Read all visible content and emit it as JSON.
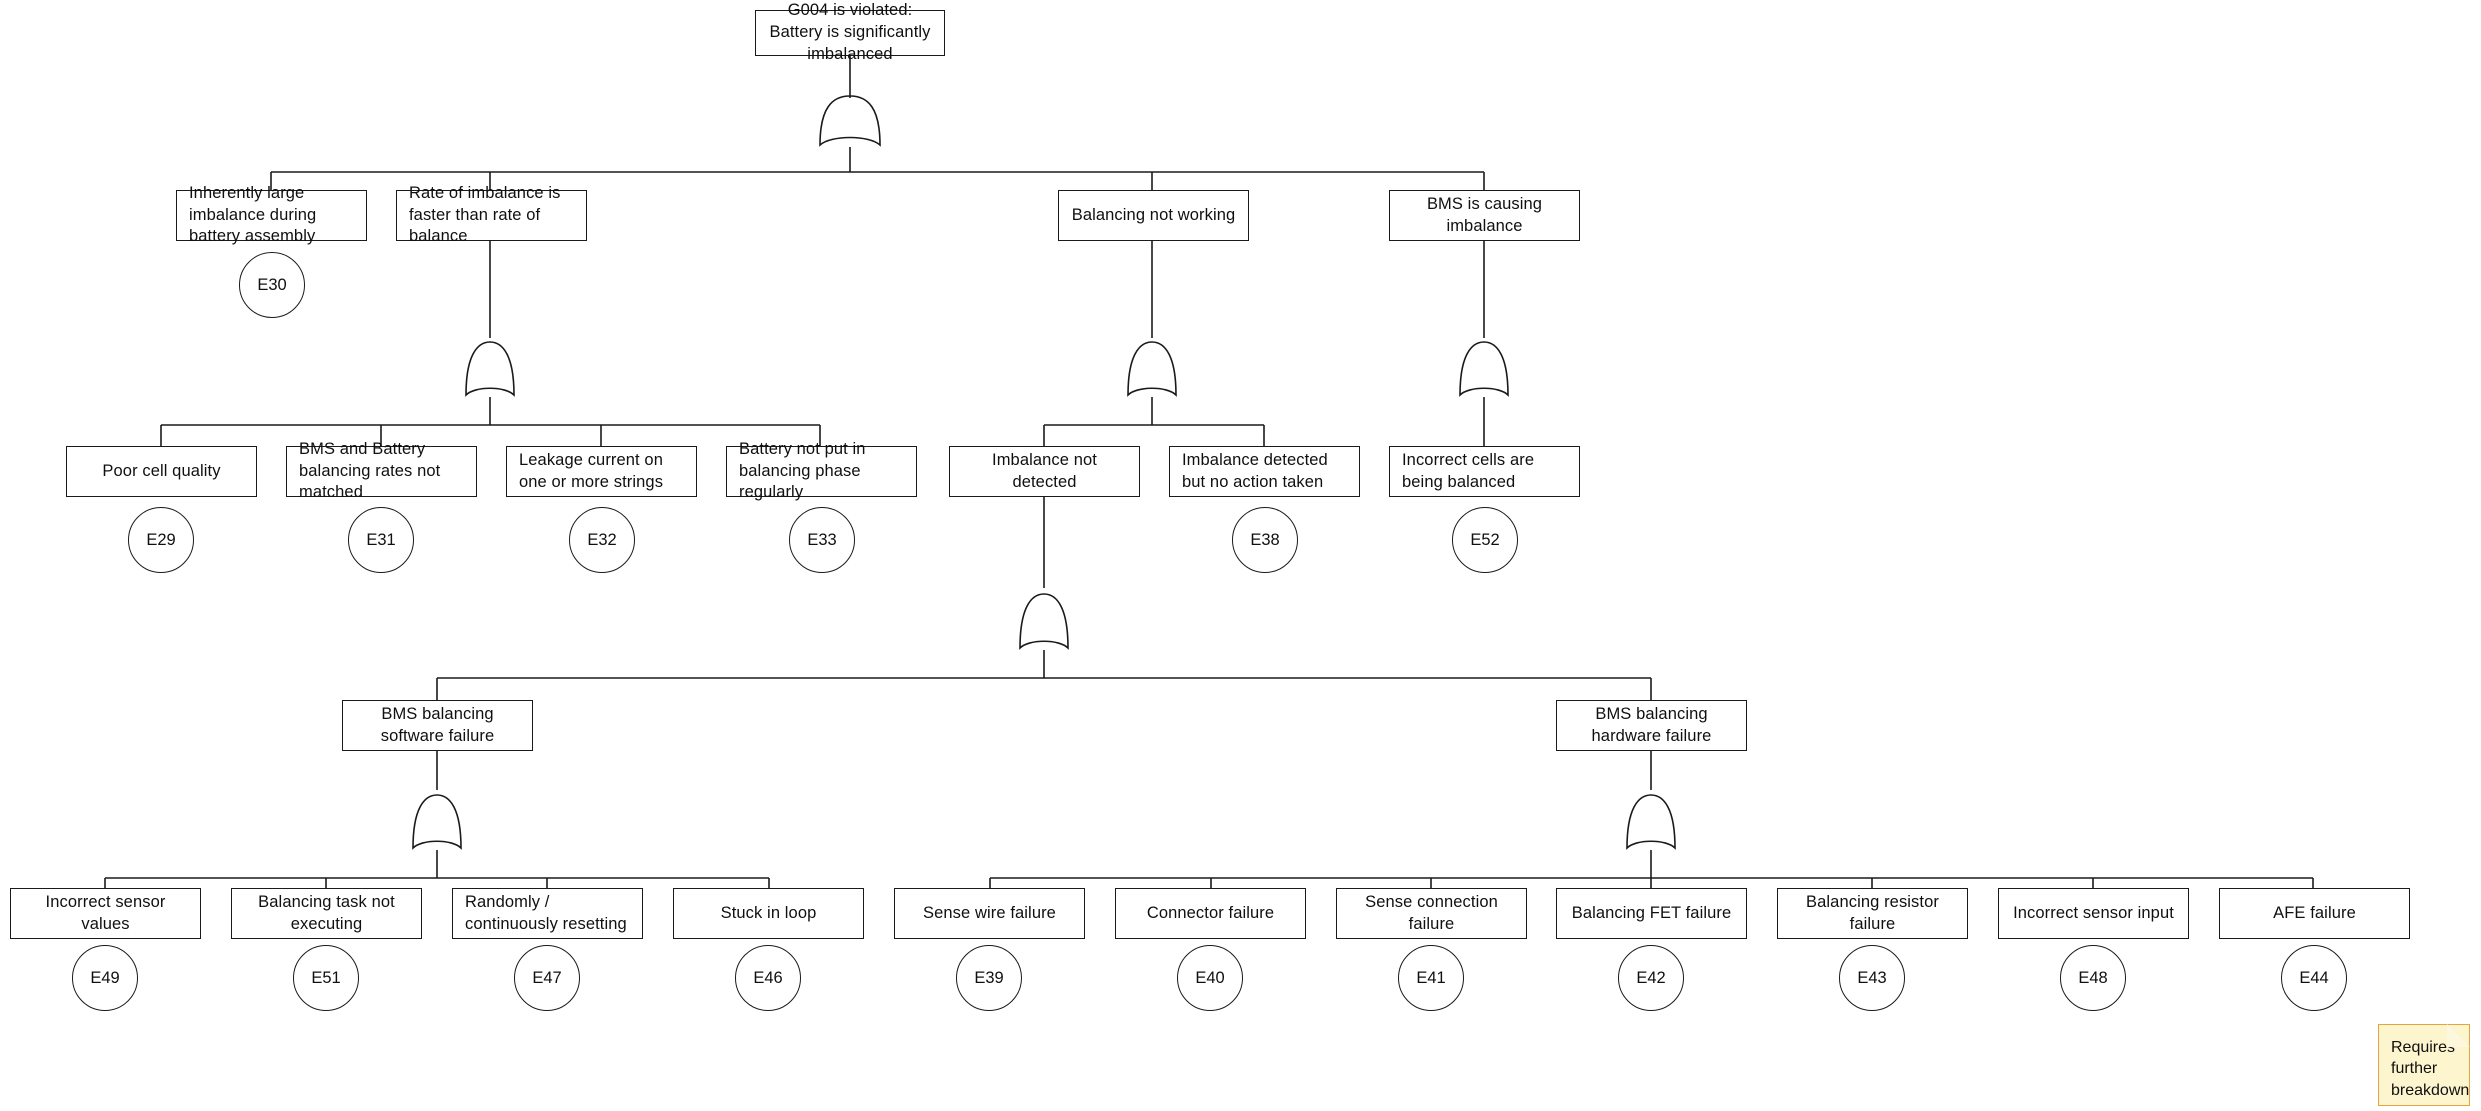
{
  "diagram": {
    "type": "fault-tree",
    "title_node": "G004 is violated: Battery is significantly imbalanced",
    "gate_type": "OR",
    "note": {
      "text": "Requires further breakdown"
    },
    "nodes": {
      "top": {
        "label": "G004 is violated: Battery is significantly imbalanced"
      },
      "l2_a": {
        "label": "Inherently large imbalance during battery assembly",
        "event": "E30"
      },
      "l2_b": {
        "label": "Rate of imbalance is faster than rate of balance"
      },
      "l2_c": {
        "label": "Balancing not working"
      },
      "l2_d": {
        "label": "BMS is causing imbalance"
      },
      "l3_a": {
        "label": "Poor cell quality",
        "event": "E29"
      },
      "l3_b": {
        "label": "BMS and Battery balancing rates not matched",
        "event": "E31"
      },
      "l3_c": {
        "label": "Leakage current on one or more strings",
        "event": "E32"
      },
      "l3_d": {
        "label": "Battery not put in balancing phase regularly",
        "event": "E33"
      },
      "l3_e": {
        "label": "Imbalance not detected"
      },
      "l3_f": {
        "label": "Imbalance detected but no action taken",
        "event": "E38"
      },
      "l3_g": {
        "label": "Incorrect cells are being balanced",
        "event": "E52"
      },
      "l4_a": {
        "label": "BMS balancing software failure"
      },
      "l4_b": {
        "label": "BMS balancing hardware failure"
      },
      "l5_a": {
        "label": "Incorrect sensor values",
        "event": "E49"
      },
      "l5_b": {
        "label": "Balancing task not executing",
        "event": "E51"
      },
      "l5_c": {
        "label": "Randomly / continuously resetting",
        "event": "E47"
      },
      "l5_d": {
        "label": "Stuck in loop",
        "event": "E46"
      },
      "l5_e": {
        "label": "Sense wire failure",
        "event": "E39"
      },
      "l5_f": {
        "label": "Connector failure",
        "event": "E40"
      },
      "l5_g": {
        "label": "Sense connection failure",
        "event": "E41"
      },
      "l5_h": {
        "label": "Balancing FET failure",
        "event": "E42"
      },
      "l5_i": {
        "label": "Balancing resistor failure",
        "event": "E43"
      },
      "l5_j": {
        "label": "Incorrect sensor input",
        "event": "E48"
      },
      "l5_k": {
        "label": "AFE failure",
        "event": "E44"
      }
    },
    "colors": {
      "stroke": "#1a1a1a",
      "box_fill": "#ffffff",
      "note_fill": "#fcf5cd",
      "note_border": "#e8a33d"
    }
  }
}
